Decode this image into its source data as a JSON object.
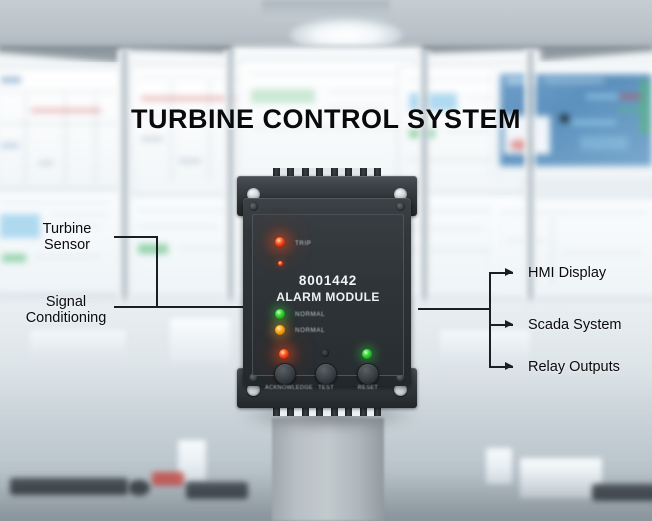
{
  "title": "TURBINE CONTROL SYSTEM",
  "device": {
    "model_number": "8001442",
    "model_name": "ALARM MODULE",
    "indicators": [
      {
        "label": "TRIP",
        "color": "#ff5c22",
        "state": "red"
      },
      {
        "label": "NORMAL",
        "color": "#3fe03f",
        "state": "green"
      },
      {
        "label": "NORMAL",
        "color": "#ffb320",
        "state": "amber"
      }
    ],
    "buttons": [
      {
        "label": "ACKNOWLEDGE",
        "led_color": "#ff5c22",
        "led_state": "red"
      },
      {
        "label": "TEST",
        "led_color": "#2a2f33",
        "led_state": "dark"
      },
      {
        "label": "RESET",
        "led_color": "#3fe03f",
        "led_state": "green"
      }
    ]
  },
  "inputs": {
    "items": [
      {
        "label": "Turbine\nSensor"
      },
      {
        "label": "Signal\nConditioning"
      }
    ]
  },
  "outputs": {
    "items": [
      {
        "label": "HMI Display"
      },
      {
        "label": "Scada System"
      },
      {
        "label": "Relay Outputs"
      }
    ]
  },
  "colors": {
    "title_text": "#0a0a0c",
    "leader_line": "#1b1f24",
    "device_body": "#2b3034",
    "background": "#c9d2d8"
  }
}
